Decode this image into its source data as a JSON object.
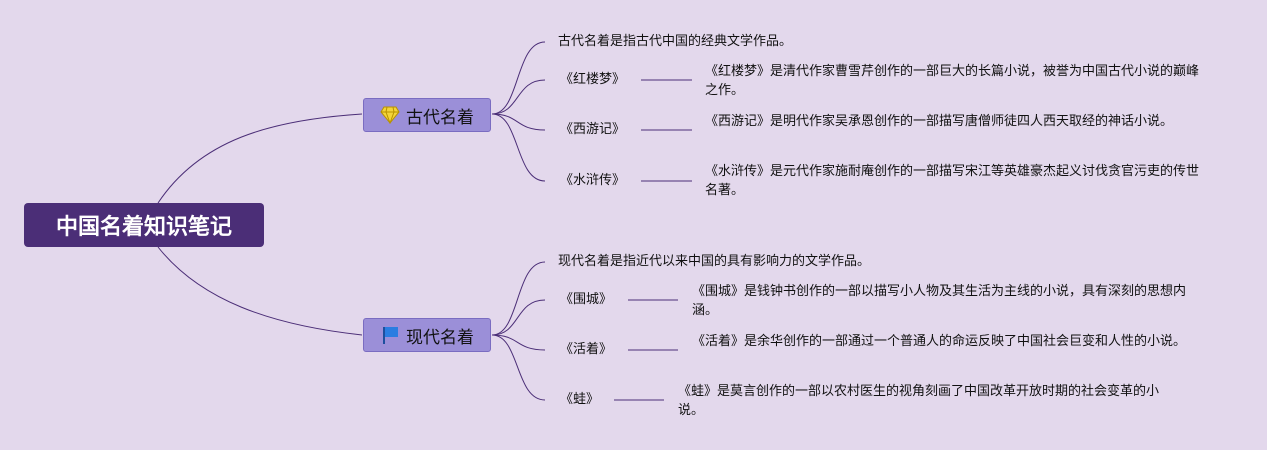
{
  "root": {
    "label": "中国名着知识笔记"
  },
  "branches": [
    {
      "label": "古代名着",
      "icon": "diamond-icon",
      "intro": "古代名着是指古代中国的经典文学作品。",
      "items": [
        {
          "title": "《红楼梦》",
          "desc": "《红楼梦》是清代作家曹雪芹创作的一部巨大的长篇小说，被誉为中国古代小说的巅峰之作。"
        },
        {
          "title": "《西游记》",
          "desc": "《西游记》是明代作家吴承恩创作的一部描写唐僧师徒四人西天取经的神话小说。"
        },
        {
          "title": "《水浒传》",
          "desc": "《水浒传》是元代作家施耐庵创作的一部描写宋江等英雄豪杰起义讨伐贪官污吏的传世名著。"
        }
      ]
    },
    {
      "label": "现代名着",
      "icon": "flag-icon",
      "intro": "现代名着是指近代以来中国的具有影响力的文学作品。",
      "items": [
        {
          "title": "《围城》",
          "desc": "《围城》是钱钟书创作的一部以描写小人物及其生活为主线的小说，具有深刻的思想内涵。"
        },
        {
          "title": "《活着》",
          "desc": "《活着》是余华创作的一部通过一个普通人的命运反映了中国社会巨变和人性的小说。"
        },
        {
          "title": "《蛙》",
          "desc": "《蛙》是莫言创作的一部以农村医生的视角刻画了中国改革开放时期的社会变革的小说。"
        }
      ]
    }
  ]
}
